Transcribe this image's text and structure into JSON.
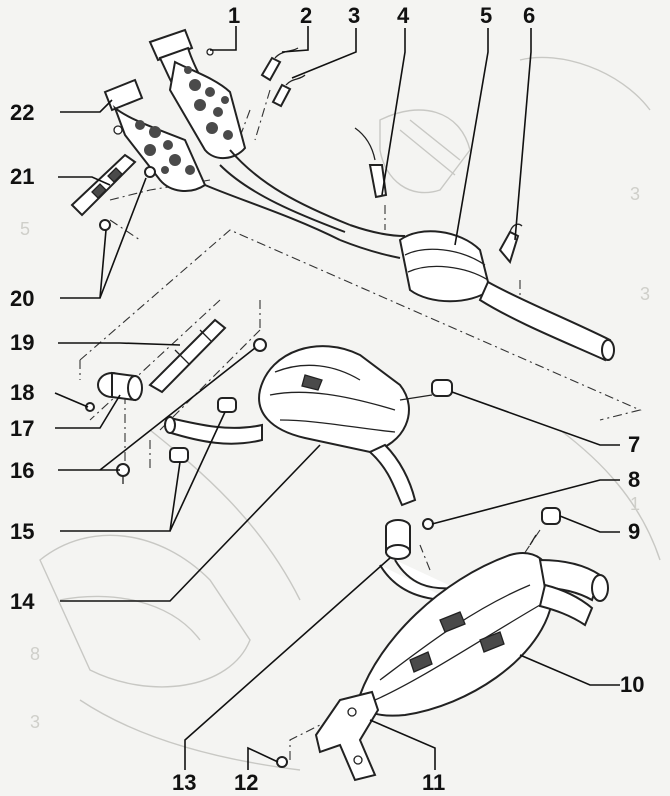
{
  "diagram": {
    "callouts": [
      {
        "num": "1"
      },
      {
        "num": "2"
      },
      {
        "num": "3"
      },
      {
        "num": "4"
      },
      {
        "num": "5"
      },
      {
        "num": "6"
      },
      {
        "num": "7"
      },
      {
        "num": "8"
      },
      {
        "num": "9"
      },
      {
        "num": "10"
      },
      {
        "num": "11"
      },
      {
        "num": "12"
      },
      {
        "num": "13"
      },
      {
        "num": "14"
      },
      {
        "num": "15"
      },
      {
        "num": "16"
      },
      {
        "num": "17"
      },
      {
        "num": "18"
      },
      {
        "num": "19"
      },
      {
        "num": "20"
      },
      {
        "num": "21"
      },
      {
        "num": "22"
      }
    ]
  },
  "colors": {
    "line": "#222222",
    "metal_fill": "#ffffff",
    "pattern": "#4a4a4a",
    "background": "#f4f4f2",
    "ghost": "#c8c8c4"
  }
}
